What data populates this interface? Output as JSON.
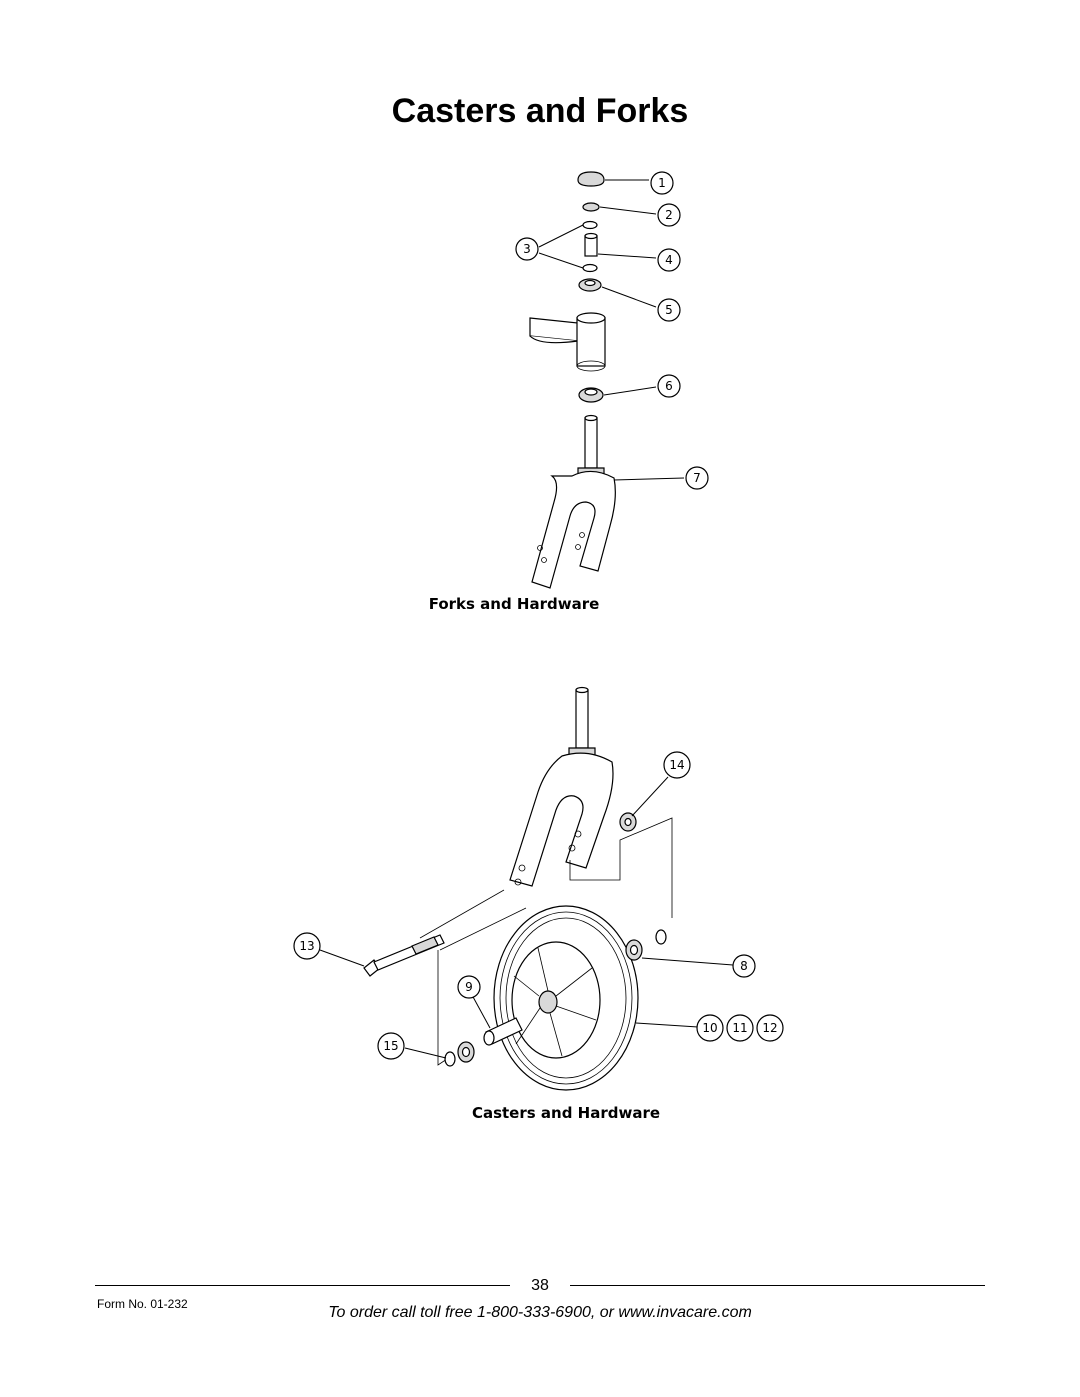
{
  "page": {
    "title": "Casters and Forks",
    "page_number": "38",
    "form_number": "Form No.  01-232",
    "footer": "To order call toll free 1-800-333-6900, or www.invacare.com"
  },
  "figures": {
    "forks": {
      "caption": "Forks and Hardware",
      "callouts": [
        "1",
        "2",
        "3",
        "4",
        "5",
        "6",
        "7"
      ]
    },
    "casters": {
      "caption": "Casters and Hardware",
      "callouts": [
        "8",
        "9",
        "10",
        "11",
        "12",
        "13",
        "14",
        "15"
      ]
    }
  }
}
